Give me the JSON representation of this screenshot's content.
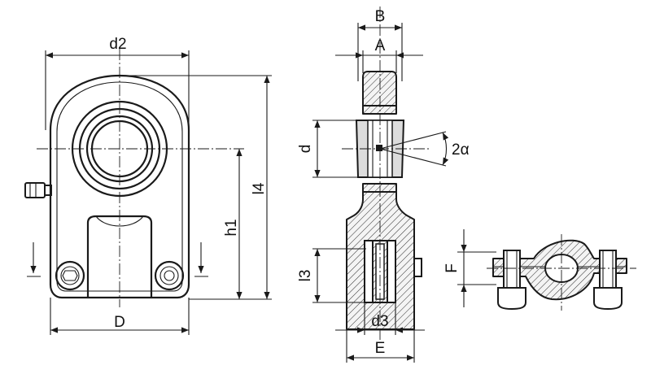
{
  "labels": {
    "d2": "d2",
    "D": "D",
    "h1": "h1",
    "l4": "l4",
    "B": "B",
    "A": "A",
    "d": "d",
    "alpha": "2α",
    "l3": "l3",
    "d3": "d3",
    "E": "E",
    "F": "F"
  }
}
